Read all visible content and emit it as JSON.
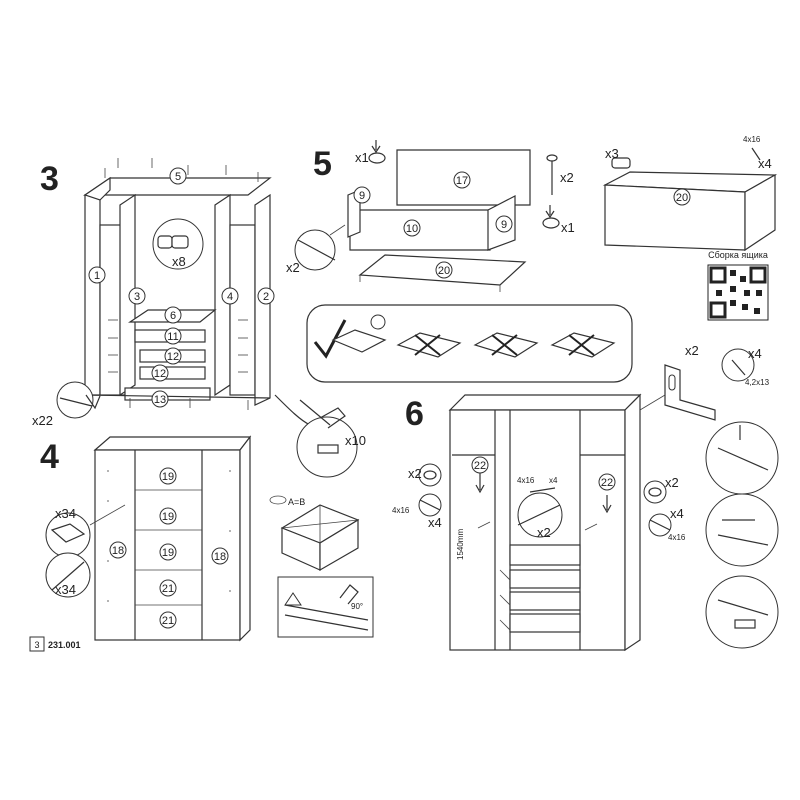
{
  "steps": {
    "s3": "3",
    "s4": "4",
    "s5": "5",
    "s6": "6"
  },
  "step3": {
    "parts": {
      "p1": "1",
      "p2": "2",
      "p3": "3",
      "p4": "4",
      "p5": "5",
      "p6": "6",
      "p11": "11",
      "p12a": "12",
      "p12b": "12",
      "p13": "13"
    },
    "qty_dowels": "x8",
    "qty_screws": "x22",
    "qty_nails": "x10"
  },
  "step4": {
    "parts": {
      "p18a": "18",
      "p18b": "18",
      "p19a": "19",
      "p19b": "19",
      "p19c": "19",
      "p21a": "21",
      "p21b": "21"
    },
    "qty_brackets": "x34",
    "qty_screws": "x34",
    "square_label": "A=B",
    "angle_label": "90°"
  },
  "step5": {
    "parts": {
      "p9a": "9",
      "p9b": "9",
      "p10": "10",
      "p17": "17",
      "p20a": "20",
      "p20b": "20"
    },
    "qty_cam_left": "x1",
    "qty_bolt": "x2",
    "qty_cam_right": "x1",
    "qty_screws": "x2",
    "qty_dowels": "x3",
    "qty_side_screws": "x4",
    "screw_size": "4x16",
    "qr_caption": "Сборка ящика"
  },
  "step6": {
    "parts": {
      "p22a": "22",
      "p22b": "22"
    },
    "qty_left_hinge": "x2",
    "qty_left_screw": "x4",
    "qty_mid_screw": "x4",
    "qty_mid_rail": "x2",
    "qty_right_hinge": "x2",
    "qty_right_screw": "x4",
    "qty_bracket": "x2",
    "qty_bracket_screw": "x4",
    "screw_size_left": "4x16",
    "screw_size_mid": "4x16",
    "screw_size_right": "4x16",
    "bracket_screw_size": "4,2x13",
    "height_label": "1540mm"
  },
  "footer": {
    "page": "3",
    "code": "231.001"
  }
}
